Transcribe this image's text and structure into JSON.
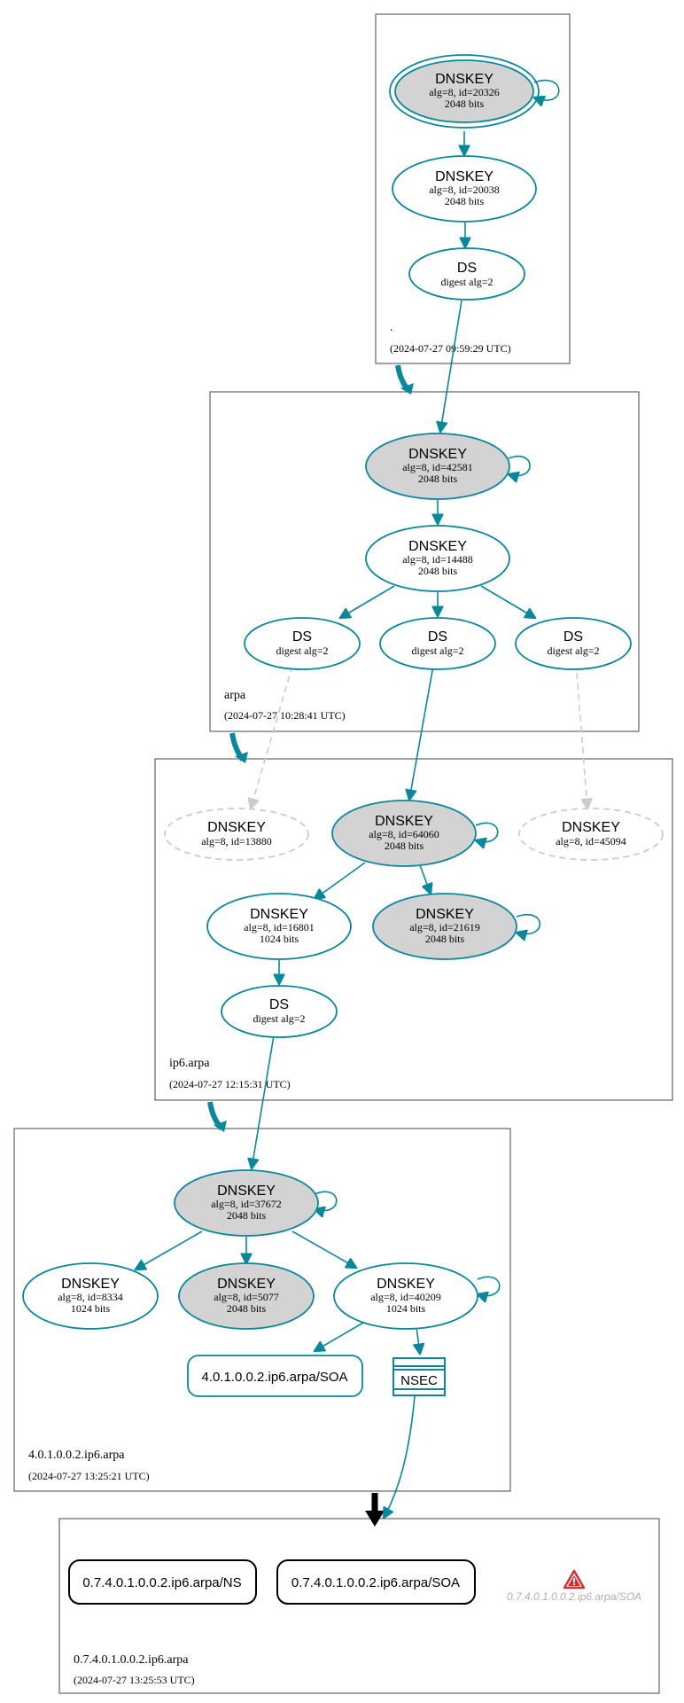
{
  "colors": {
    "edge": "#0a879a",
    "ksk_fill": "#d3d3d3",
    "zsk_fill": "#ffffff",
    "insecure": "#cccccc",
    "warning": "#d32f2f",
    "delegation_black": "#000000"
  },
  "zones": {
    "root": {
      "name": ".",
      "timestamp": "(2024-07-27 09:59:29 UTC)"
    },
    "arpa": {
      "name": "arpa",
      "timestamp": "(2024-07-27 10:28:41 UTC)"
    },
    "ip6arpa": {
      "name": "ip6.arpa",
      "timestamp": "(2024-07-27 12:15:31 UTC)"
    },
    "z4010": {
      "name": "4.0.1.0.0.2.ip6.arpa",
      "timestamp": "(2024-07-27 13:25:21 UTC)"
    },
    "z074": {
      "name": "0.7.4.0.1.0.0.2.ip6.arpa",
      "timestamp": "(2024-07-27 13:25:53 UTC)"
    }
  },
  "nodes": {
    "root_ksk": {
      "title": "DNSKEY",
      "line1": "alg=8, id=20326",
      "line2": "2048 bits"
    },
    "root_zsk": {
      "title": "DNSKEY",
      "line1": "alg=8, id=20038",
      "line2": "2048 bits"
    },
    "root_ds": {
      "title": "DS",
      "line1": "digest alg=2"
    },
    "arpa_ksk": {
      "title": "DNSKEY",
      "line1": "alg=8, id=42581",
      "line2": "2048 bits"
    },
    "arpa_zsk": {
      "title": "DNSKEY",
      "line1": "alg=8, id=14488",
      "line2": "2048 bits"
    },
    "arpa_ds1": {
      "title": "DS",
      "line1": "digest alg=2"
    },
    "arpa_ds2": {
      "title": "DS",
      "line1": "digest alg=2"
    },
    "arpa_ds3": {
      "title": "DS",
      "line1": "digest alg=2"
    },
    "ip6_key_13880": {
      "title": "DNSKEY",
      "line1": "alg=8, id=13880"
    },
    "ip6_ksk": {
      "title": "DNSKEY",
      "line1": "alg=8, id=64060",
      "line2": "2048 bits"
    },
    "ip6_key_45094": {
      "title": "DNSKEY",
      "line1": "alg=8, id=45094"
    },
    "ip6_zsk": {
      "title": "DNSKEY",
      "line1": "alg=8, id=16801",
      "line2": "1024 bits"
    },
    "ip6_ksk2": {
      "title": "DNSKEY",
      "line1": "alg=8, id=21619",
      "line2": "2048 bits"
    },
    "ip6_ds": {
      "title": "DS",
      "line1": "digest alg=2"
    },
    "z_ksk": {
      "title": "DNSKEY",
      "line1": "alg=8, id=37672",
      "line2": "2048 bits"
    },
    "z_key_8334": {
      "title": "DNSKEY",
      "line1": "alg=8, id=8334",
      "line2": "1024 bits"
    },
    "z_key_5077": {
      "title": "DNSKEY",
      "line1": "alg=8, id=5077",
      "line2": "2048 bits"
    },
    "z_zsk": {
      "title": "DNSKEY",
      "line1": "alg=8, id=40209",
      "line2": "1024 bits"
    },
    "z_soa": {
      "label": "4.0.1.0.0.2.ip6.arpa/SOA"
    },
    "z_nsec": {
      "label": "NSEC"
    },
    "leaf_ns": {
      "label": "0.7.4.0.1.0.0.2.ip6.arpa/NS"
    },
    "leaf_soa": {
      "label": "0.7.4.0.1.0.0.2.ip6.arpa/SOA"
    },
    "leaf_err_soa": {
      "label": "0.7.4.0.1.0.0.2.ip6.arpa/SOA",
      "icon": "warning-icon"
    }
  }
}
